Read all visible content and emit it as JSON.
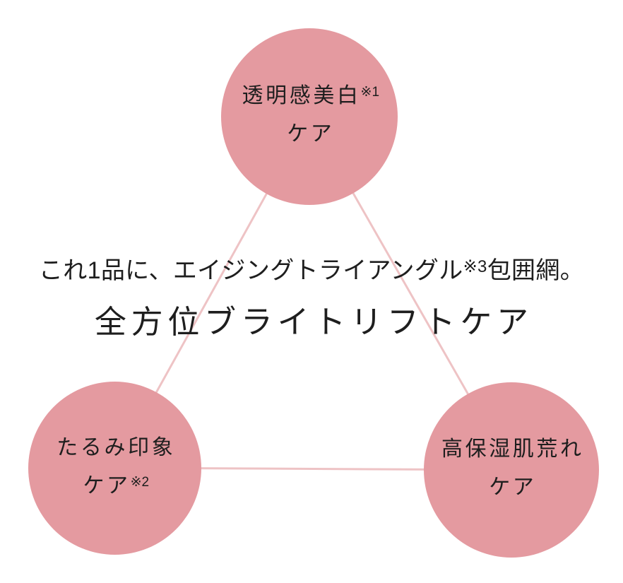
{
  "diagram": {
    "headline": {
      "line1_pre": "これ1品に、エイジングトライアングル",
      "line1_sup": "※3",
      "line1_post": "包囲網。",
      "line2": "全方位ブライトリフトケア"
    },
    "nodes": [
      {
        "id": "brightening",
        "text1": "透明感美白",
        "sup1": "※1",
        "text2": "ケア",
        "sup2": ""
      },
      {
        "id": "sagging",
        "text1": "たるみ印象",
        "sup1": "",
        "text2": "ケア",
        "sup2": "※2"
      },
      {
        "id": "moisture",
        "text1": "高保湿肌荒れ",
        "sup1": "",
        "text2": "ケア",
        "sup2": ""
      }
    ],
    "colors": {
      "circle_fill": "#e49aa0",
      "connector_line": "#eec3c5",
      "text": "#1e1e1e",
      "background": "#ffffff"
    }
  }
}
